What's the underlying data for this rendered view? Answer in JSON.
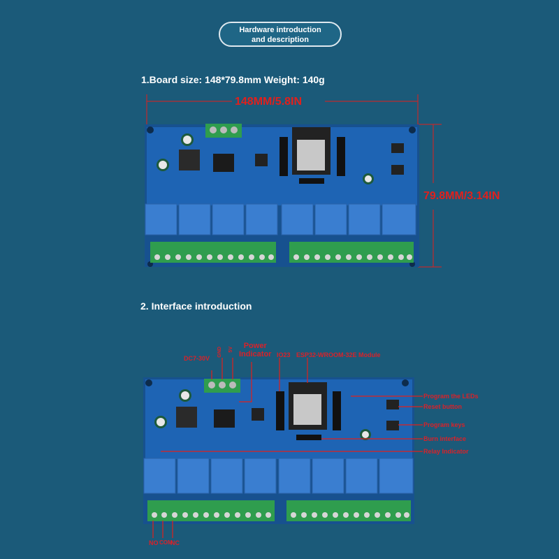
{
  "header": {
    "line1": "Hardware introduction",
    "line2": "and description"
  },
  "section1": {
    "title": "1.Board size: 148*79.8mm Weight: 140g",
    "width_label": "148MM/5.8IN",
    "height_label": "79.8MM/3.14IN"
  },
  "section2": {
    "title": "2. Interface introduction",
    "labels": {
      "dc_input": "DC7-30V",
      "power_indicator_1": "Power",
      "power_indicator_2": "Indicator",
      "io": "IO23",
      "module": "ESP32-WROOM-32E Module",
      "program_leds": "Program the LEDs",
      "reset": "Reset button",
      "program_keys": "Program keys",
      "burn": "Burn interface",
      "relay": "Relay Indicator",
      "no": "NO",
      "com": "COM",
      "nc": "NC"
    },
    "terminal_labels": [
      "7-30V",
      "GND",
      "5V"
    ]
  },
  "colors": {
    "background": "#1b5a79",
    "pcb": "#1e64b4",
    "relay": "#3a7ed0",
    "terminal": "#2f9d4e",
    "accent": "#e0201d"
  }
}
